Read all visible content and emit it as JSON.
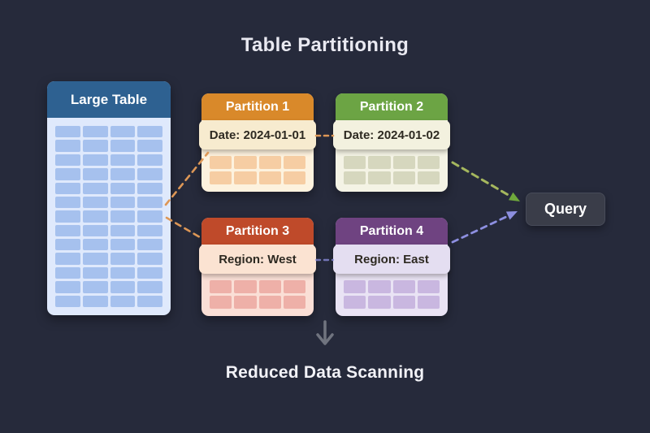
{
  "title": "Table Partitioning",
  "colors": {
    "background": "#262a3b",
    "query_bg": "#3a3d49",
    "title_text": "#e9e9f1"
  },
  "large_table": {
    "title": "Large Table",
    "grid": {
      "columns": 4,
      "rows": 13
    },
    "colors": {
      "header": "#2e6191",
      "body": "#dfe9fc",
      "cell": "#a6c1ee"
    }
  },
  "partition_grid": {
    "columns": 4,
    "rows": 2
  },
  "partitions": [
    {
      "title": "Partition 1",
      "label": "Date: 2024-01-01",
      "colors": {
        "header": "#d9892a",
        "label_bg": "#f7ebcf",
        "body": "#fdf2de",
        "cell": "#f6cda3"
      }
    },
    {
      "title": "Partition 2",
      "label": "Date: 2024-01-02",
      "colors": {
        "header": "#6ca444",
        "label_bg": "#f3f1df",
        "body": "#f4f3e5",
        "cell": "#d6d7be"
      }
    },
    {
      "title": "Partition 3",
      "label": "Region: West",
      "colors": {
        "header": "#bf4a2a",
        "label_bg": "#fbe3d2",
        "body": "#fadfd6",
        "cell": "#eeb0a8"
      }
    },
    {
      "title": "Partition 4",
      "label": "Region: East",
      "colors": {
        "header": "#6f4381",
        "label_bg": "#e4def1",
        "body": "#e9e3f4",
        "cell": "#c9b7e0"
      }
    }
  ],
  "query": {
    "label": "Query"
  },
  "footer": {
    "label": "Reduced Data Scanning"
  },
  "arrows": {
    "orange": "#dd9756",
    "green_line": "#a5b75e",
    "green_head": "#6fa83c",
    "purple": "#8d8fe0",
    "gray": "#70747f"
  }
}
